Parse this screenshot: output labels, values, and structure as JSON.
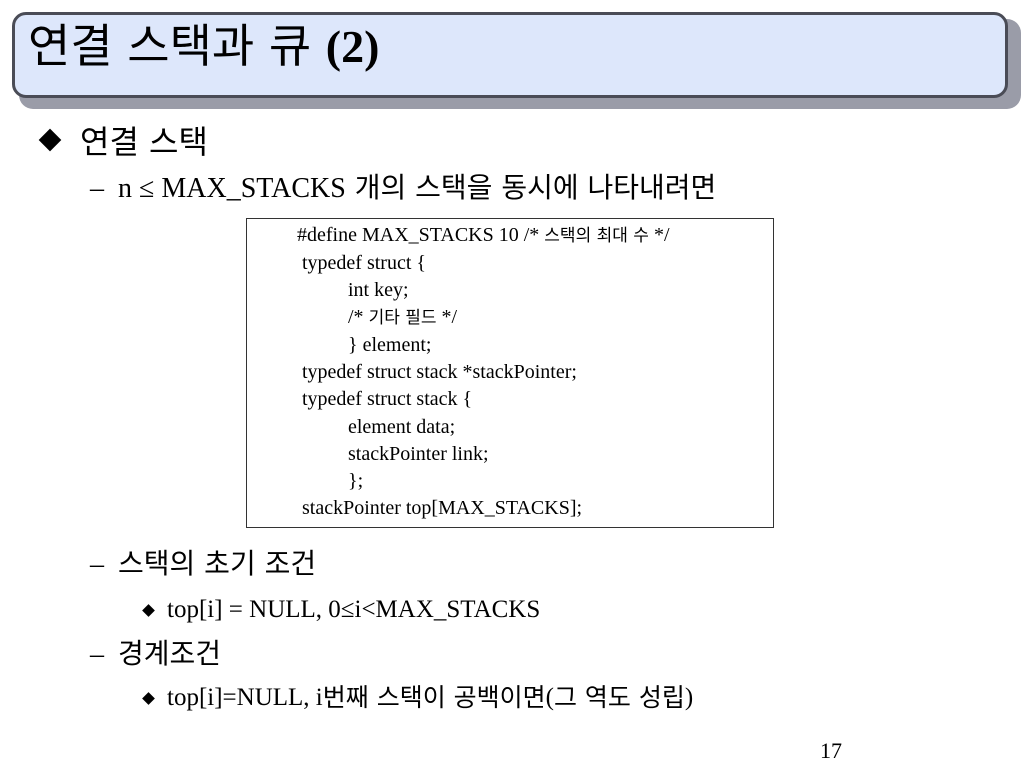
{
  "slide": {
    "title_main": "연결 스택과 큐 ",
    "title_num": "(2)",
    "bullet1": "연결 스택",
    "dash1_prefix": "n ≤ MAX_STACKS",
    "dash1_suffix": " 개의 스택을 동시에 나타내려면",
    "code": {
      "line1_code": "#define MAX_STACKS 10  /*  ",
      "line1_ko": "스택의 최대 수",
      "line1_end": " */",
      "line2": "typedef struct {",
      "line3": "int key;",
      "line4_start": "/* ",
      "line4_ko": "기타 필드",
      "line4_end": " */",
      "line5": "} element;",
      "line6": "typedef struct stack *stackPointer;",
      "line7": "typedef struct stack {",
      "line8": "element data;",
      "line9": "stackPointer link;",
      "line10": "};",
      "line11": "stackPointer top[MAX_STACKS];"
    },
    "dash2": "스택의 초기 조건",
    "sub1": "top[i] = NULL, 0≤i<MAX_STACKS",
    "dash3": "경계조건",
    "sub2_a": "top[i]=NULL, i",
    "sub2_b": "번째 스택이 공백이면 ",
    "sub2_c": "(",
    "sub2_d": "그 역도 성립",
    "sub2_e": ")",
    "page_number": "17"
  },
  "colors": {
    "title_fill": "#dde7fb",
    "title_border": "#4a4c56",
    "title_shadow": "#9a9ca8"
  }
}
